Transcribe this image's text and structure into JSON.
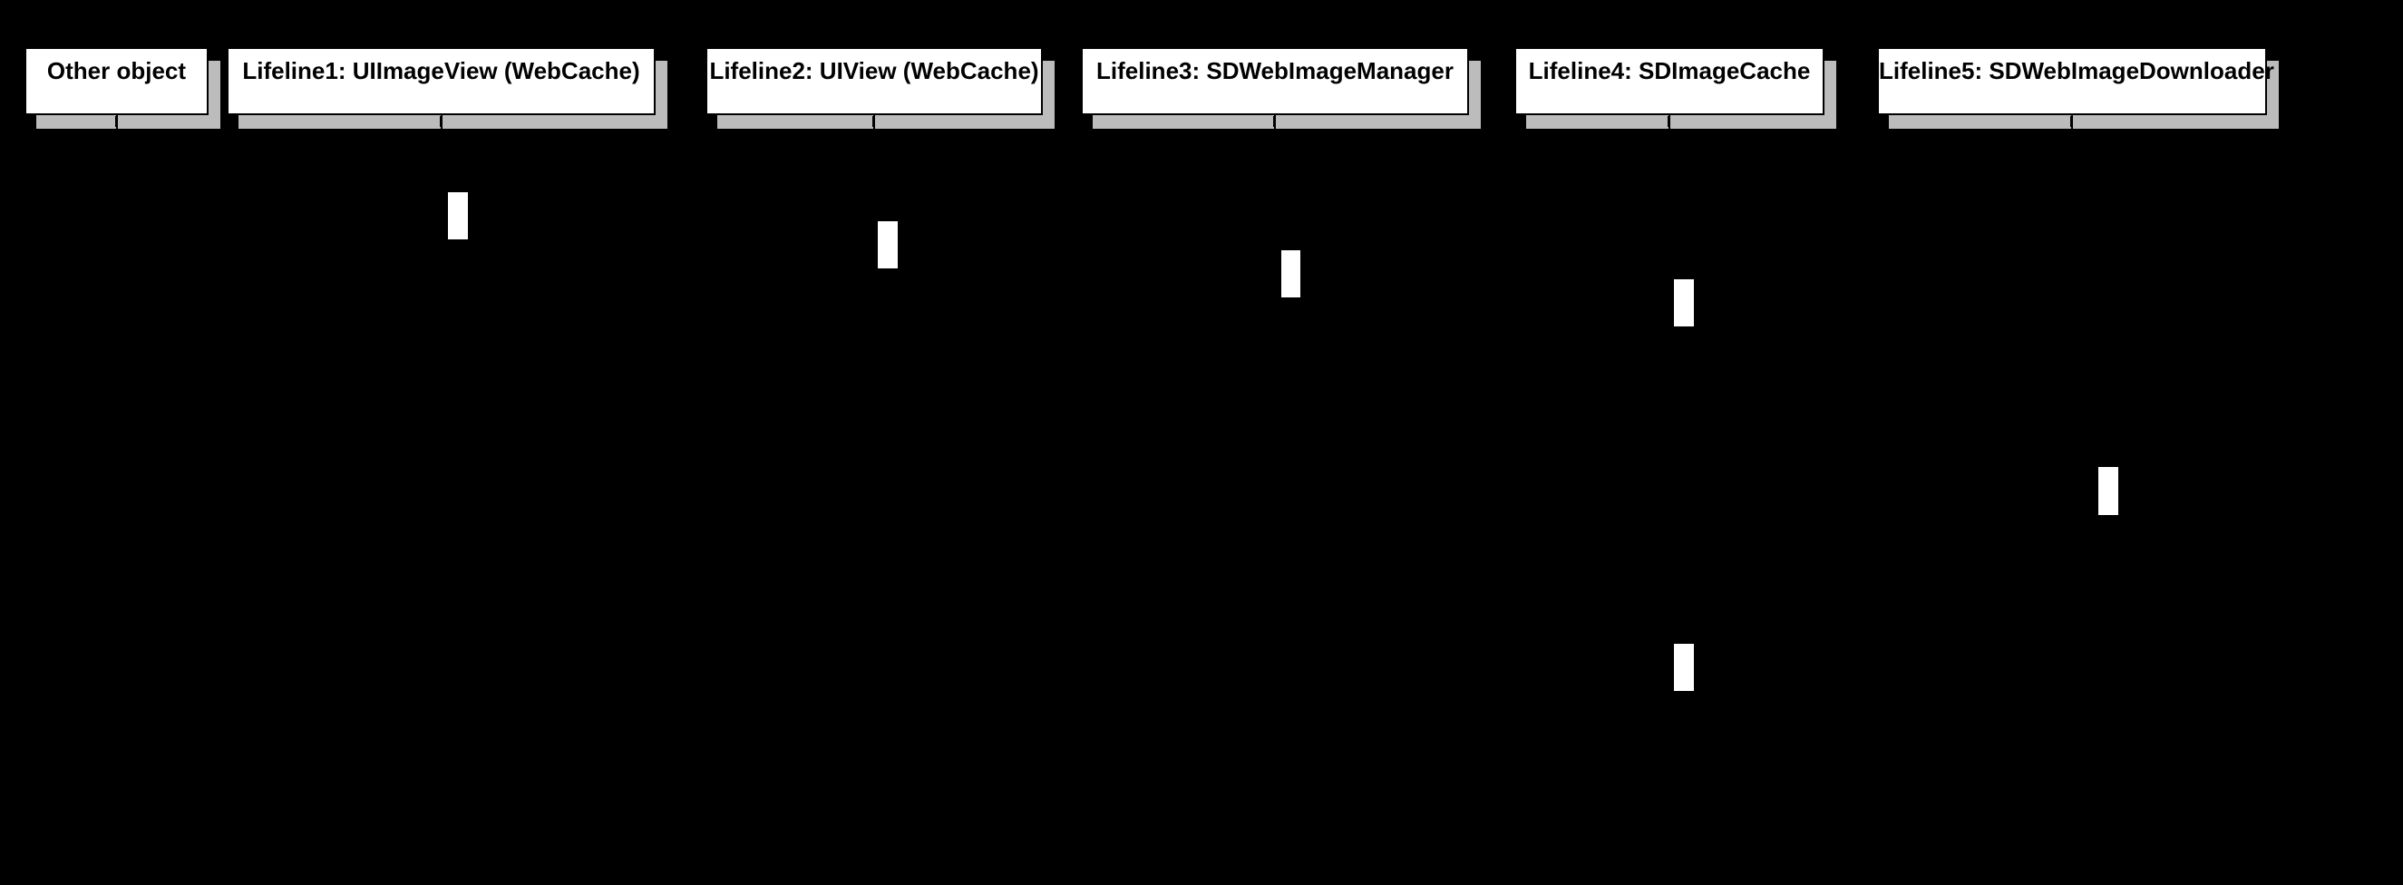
{
  "diagram": {
    "type": "uml-sequence-diagram",
    "background_color": "#000000",
    "colors": {
      "box_fill": "#ffffff",
      "box_border": "#000000",
      "box_shadow": "#bcbcbc",
      "activation_fill": "#ffffff"
    },
    "lifelines": [
      {
        "label": "Other object"
      },
      {
        "label": "Lifeline1: UIImageView (WebCache)"
      },
      {
        "label": "Lifeline2: UIView (WebCache)"
      },
      {
        "label": "Lifeline3: SDWebImageManager"
      },
      {
        "label": "Lifeline4: SDImageCache"
      },
      {
        "label": "Lifeline5: SDWebImageDownloader"
      }
    ],
    "activations": [
      {
        "lifeline": "Lifeline1: UIImageView (WebCache)"
      },
      {
        "lifeline": "Lifeline2: UIView (WebCache)"
      },
      {
        "lifeline": "Lifeline3: SDWebImageManager"
      },
      {
        "lifeline": "Lifeline4: SDImageCache"
      },
      {
        "lifeline": "Lifeline5: SDWebImageDownloader"
      },
      {
        "lifeline": "Lifeline4: SDImageCache"
      }
    ]
  }
}
